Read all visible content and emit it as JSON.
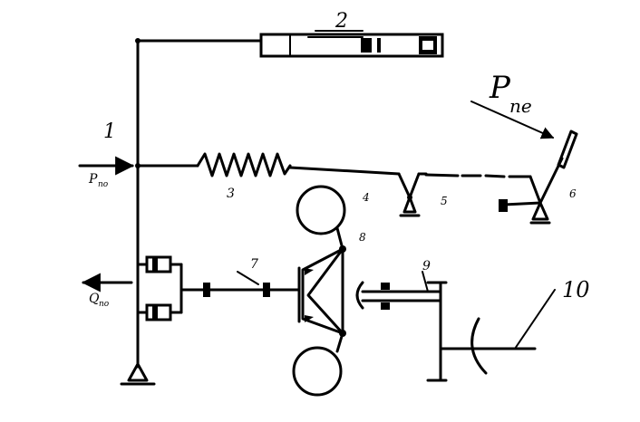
{
  "labels": {
    "n1": "1",
    "n2": "2",
    "n3": "3",
    "n4": "4",
    "n5": "5",
    "n6": "6",
    "n7": "7",
    "n8": "8",
    "n9": "9",
    "n10": "10",
    "p_ne": "P",
    "p_ne_sub": "ne",
    "p_no": "P",
    "p_no_sub": "no",
    "q_no": "Q",
    "q_no_sub": "no"
  }
}
